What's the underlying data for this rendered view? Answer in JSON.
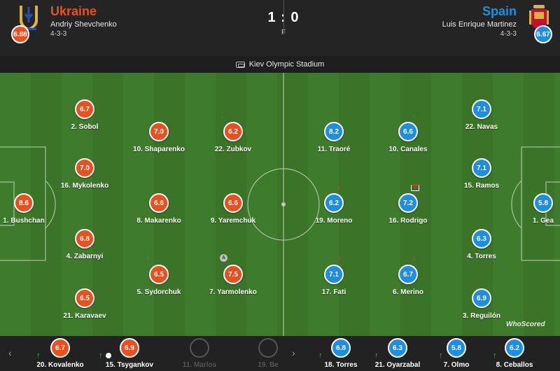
{
  "home": {
    "name": "Ukraine",
    "coach": "Andriy Shevchenko",
    "formation": "4-3-3",
    "rating": "6.88",
    "color": "#e8511f"
  },
  "away": {
    "name": "Spain",
    "coach": "Luis Enrique Martinez",
    "formation": "4-3-3",
    "rating": "6.67",
    "color": "#1e8fe0"
  },
  "match": {
    "score": "1 : 0",
    "status": "F",
    "venue": "Kiev Olympic Stadium"
  },
  "watermark": "WhoScored",
  "home_players": [
    {
      "rating": "8.6",
      "name": "1. Bushchan"
    },
    {
      "rating": "6.7",
      "name": "2. Sobol"
    },
    {
      "rating": "7.0",
      "name": "16. Mykolenko"
    },
    {
      "rating": "6.8",
      "name": "4. Zabarnyi"
    },
    {
      "rating": "6.5",
      "name": "21. Karavaev"
    },
    {
      "rating": "7.0",
      "name": "10. Shaparenko"
    },
    {
      "rating": "6.6",
      "name": "8. Makarenko"
    },
    {
      "rating": "6.5",
      "name": "5. Sydorchuk"
    },
    {
      "rating": "6.2",
      "name": "22. Zubkov"
    },
    {
      "rating": "6.6",
      "name": "9. Yaremchuk"
    },
    {
      "rating": "7.5",
      "name": "7. Yarmolenko"
    }
  ],
  "away_players": [
    {
      "rating": "5.8",
      "name": "1. Gea"
    },
    {
      "rating": "7.1",
      "name": "22. Navas"
    },
    {
      "rating": "7.1",
      "name": "15. Ramos"
    },
    {
      "rating": "6.3",
      "name": "4. Torres"
    },
    {
      "rating": "6.9",
      "name": "3. Reguilón"
    },
    {
      "rating": "6.6",
      "name": "10. Canales"
    },
    {
      "rating": "7.2",
      "name": "16. Rodrigo"
    },
    {
      "rating": "6.7",
      "name": "6. Merino"
    },
    {
      "rating": "8.2",
      "name": "11. Traoré"
    },
    {
      "rating": "6.2",
      "name": "19. Moreno"
    },
    {
      "rating": "7.1",
      "name": "17. Fati"
    }
  ],
  "subs": [
    {
      "rating": "6.7",
      "name": "20. Kovalenko"
    },
    {
      "rating": "6.9",
      "name": "15. Tsygankov"
    },
    {
      "rating": "",
      "name": "11. Marlos"
    },
    {
      "rating": "",
      "name": "19. Be"
    },
    {
      "rating": "6.8",
      "name": "18. Torres"
    },
    {
      "rating": "6.3",
      "name": "21. Oyarzabal"
    },
    {
      "rating": "5.8",
      "name": "7. Olmo"
    },
    {
      "rating": "6.2",
      "name": "8. Ceballos"
    }
  ],
  "markers": {
    "captain": "A",
    "nav_prev": "‹",
    "nav_next": "›",
    "sub_on": "↑",
    "sub_off": "↓"
  }
}
